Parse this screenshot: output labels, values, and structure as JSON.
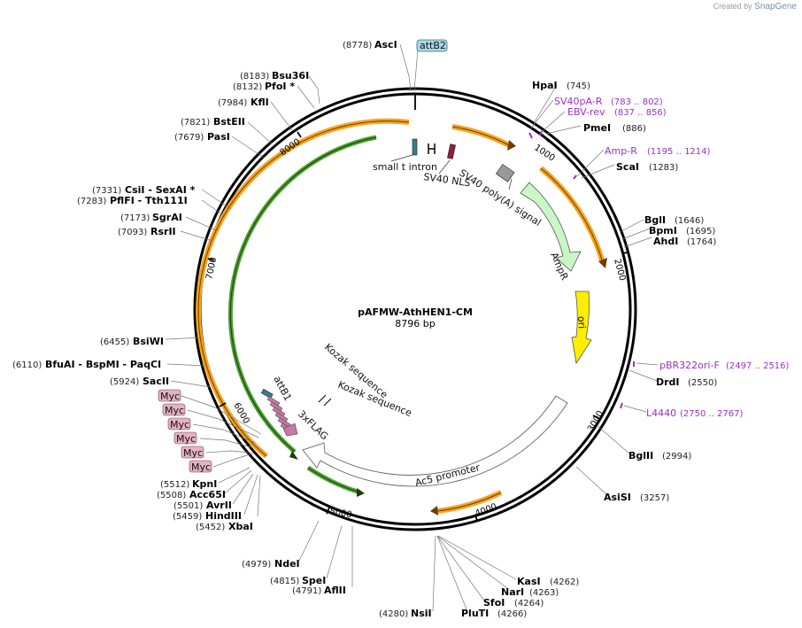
{
  "brand": {
    "created_by": "Created by",
    "name": "SnapGene"
  },
  "plasmid": {
    "name": "pAFMW-AthHEN1-CM",
    "size_label": "8796 bp",
    "length": 8796
  },
  "ticks": [
    "1000",
    "2000",
    "3000",
    "4000",
    "5000",
    "6000",
    "7000",
    "8000"
  ],
  "tick_values": [
    1000,
    2000,
    3000,
    4000,
    5000,
    6000,
    7000,
    8000
  ],
  "sites": [
    {
      "name": "AscI",
      "pos": "(8778)"
    },
    {
      "name": "Bsu36I",
      "pos": "(8183)"
    },
    {
      "name": "PfoI *",
      "pos": "(8132)"
    },
    {
      "name": "KflI",
      "pos": "(7984)"
    },
    {
      "name": "BstEII",
      "pos": "(7821)"
    },
    {
      "name": "PasI",
      "pos": "(7679)"
    },
    {
      "name": "CsiI  - SexAI *",
      "pos": "(7331)"
    },
    {
      "name": "PflFI  - Tth111I",
      "pos": "(7283)"
    },
    {
      "name": "SgrAI",
      "pos": "(7173)"
    },
    {
      "name": "RsrII",
      "pos": "(7093)"
    },
    {
      "name": "BsiWI",
      "pos": "(6455)"
    },
    {
      "name": "BfuAI  - BspMI  - PaqCI",
      "pos": "(6110)"
    },
    {
      "name": "SacII",
      "pos": "(5924)"
    },
    {
      "name": "KpnI",
      "pos": "(5512)"
    },
    {
      "name": "Acc65I",
      "pos": "(5508)"
    },
    {
      "name": "AvrII",
      "pos": "(5501)"
    },
    {
      "name": "HindIII",
      "pos": "(5459)"
    },
    {
      "name": "XbaI",
      "pos": "(5452)"
    },
    {
      "name": "NdeI",
      "pos": "(4979)"
    },
    {
      "name": "SpeI",
      "pos": "(4815)"
    },
    {
      "name": "AflII",
      "pos": "(4791)"
    },
    {
      "name": "NsiI",
      "pos": "(4280)"
    },
    {
      "name": "PluTI",
      "pos": "(4266)"
    },
    {
      "name": "SfoI",
      "pos": "(4264)"
    },
    {
      "name": "NarI",
      "pos": "(4263)"
    },
    {
      "name": "KasI",
      "pos": "(4262)"
    },
    {
      "name": "AsiSI",
      "pos": "(3257)"
    },
    {
      "name": "BglII",
      "pos": "(2994)"
    },
    {
      "name": "DrdI",
      "pos": "(2550)"
    },
    {
      "name": "AhdI",
      "pos": "(1764)"
    },
    {
      "name": "BpmI",
      "pos": "(1695)"
    },
    {
      "name": "BglI",
      "pos": "(1646)"
    },
    {
      "name": "ScaI",
      "pos": "(1283)"
    },
    {
      "name": "PmeI",
      "pos": "(886)"
    },
    {
      "name": "HpaI",
      "pos": "(745)"
    }
  ],
  "primers": [
    {
      "name": "SV40pA-R",
      "pos": "(783 .. 802)"
    },
    {
      "name": "EBV-rev",
      "pos": "(837 .. 856)"
    },
    {
      "name": "Amp-R",
      "pos": "(1195 .. 1214)"
    },
    {
      "name": "pBR322ori-F",
      "pos": "(2497 .. 2516)"
    },
    {
      "name": "L4440",
      "pos": "(2750 .. 2767)"
    }
  ],
  "features": {
    "attB2": "attB2",
    "small_t_intron": "small t intron",
    "sv40_nls": "SV40 NLS",
    "sv40_polya": "SV40 poly(A) signal",
    "ampr": "AmpR",
    "ori": "ori",
    "ac5_promoter": "Ac5 promoter",
    "kozak1": "Kozak sequence",
    "kozak2": "Kozak sequence",
    "attb1": "attB1",
    "flag": "3xFLAG",
    "myc": [
      "Myc",
      "Myc",
      "Myc",
      "Myc",
      "Myc",
      "Myc"
    ]
  },
  "colors": {
    "orf_orange": "#f7a31c",
    "orf_green": "#4aa02c",
    "ampr_fill": "#c8f7c5",
    "ori_fill": "#ffee00",
    "primer": "#9b30c8",
    "myc_fill": "#e3b3c3",
    "attb2_fill": "#a8d8e8"
  }
}
